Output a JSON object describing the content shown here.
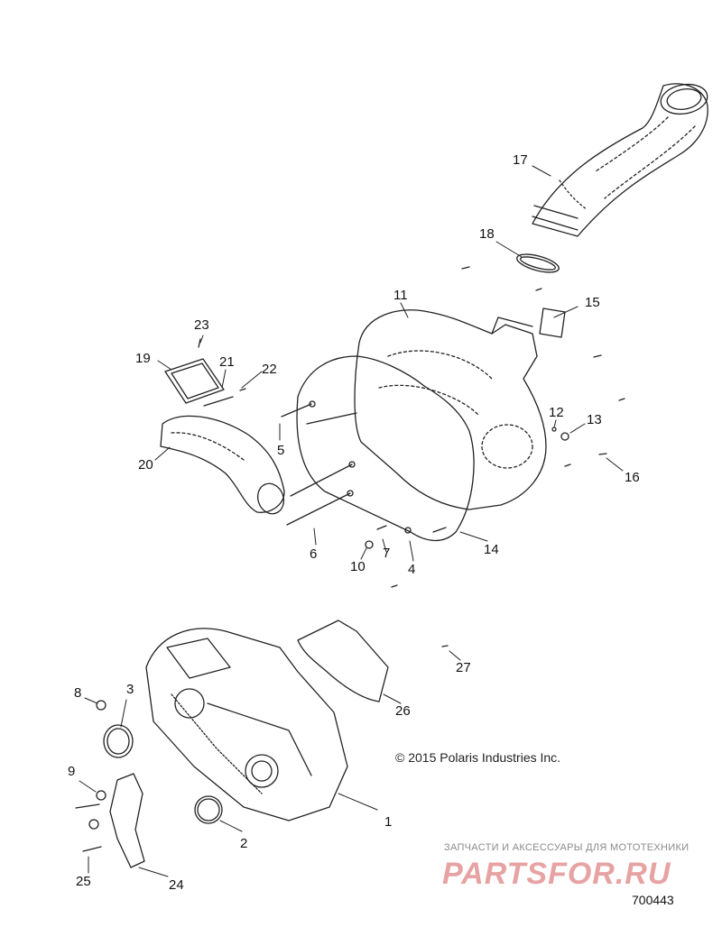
{
  "diagram": {
    "drawing_number": "700443",
    "copyright": "© 2015 Polaris Industries Inc.",
    "watermark": {
      "tagline": "ЗАПЧАСТИ И АКСЕССУАРЫ ДЛЯ МОТОТЕХНИКИ",
      "logo": "PARTSFOR.RU"
    },
    "callouts": {
      "c1": "1",
      "c2": "2",
      "c3": "3",
      "c4": "4",
      "c5": "5",
      "c6": "6",
      "c7": "7",
      "c8": "8",
      "c9": "9",
      "c10": "10",
      "c11": "11",
      "c12": "12",
      "c13": "13",
      "c14": "14",
      "c15": "15",
      "c16": "16",
      "c17": "17",
      "c18": "18",
      "c19": "19",
      "c20": "20",
      "c21": "21",
      "c22": "22",
      "c23": "23",
      "c24": "24",
      "c25": "25",
      "c26": "26",
      "c27": "27"
    }
  },
  "colors": {
    "line": "#222222",
    "watermark_logo": "#e7a3a3",
    "watermark_text": "#8a8a8a"
  }
}
